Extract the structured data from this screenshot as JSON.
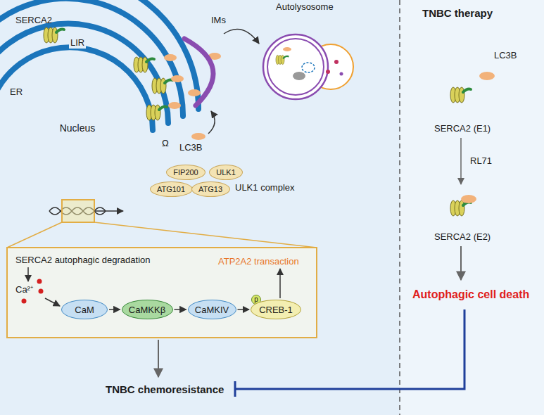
{
  "diagram": {
    "nodes": [
      {
        "text": [
          "Nucleus"
        ]
      },
      {
        "text": [
          "FIP200"
        ]
      },
      {
        "text": [
          "ULK1"
        ]
      },
      {
        "text": [
          "ATG101"
        ]
      },
      {
        "text": [
          "ATG13"
        ]
      },
      {
        "text": [
          "SERCA2 autophagic degradation",
          "Ca²⁺",
          "ATP2A2 transaction"
        ]
      },
      {
        "text": [
          "CaM"
        ],
        "in": 5
      },
      {
        "text": [
          "CaMKKβ"
        ],
        "in": 5
      },
      {
        "text": [
          "CaMKIV"
        ],
        "in": 5
      },
      {
        "text": [
          "CREB-1"
        ],
        "in": 5
      }
    ],
    "edges": [
      {
        "from": 6,
        "to": 7,
        "arrow": "to"
      },
      {
        "from": 7,
        "to": 8,
        "arrow": "to"
      },
      {
        "from": 8,
        "to": 9,
        "arrow": "to"
      }
    ],
    "labels": [
      "Autolysosome",
      "SERCA2",
      "LIR",
      "IMs",
      "ER",
      "Ω",
      "LC3B",
      "ULK1 complex",
      "p",
      "TNBC chemoresistance",
      "TNBC therapy",
      "LC3B",
      "SERCA2 (E1)",
      "RL71",
      "SERCA2 (E2)",
      "Autophagic cell death"
    ]
  }
}
